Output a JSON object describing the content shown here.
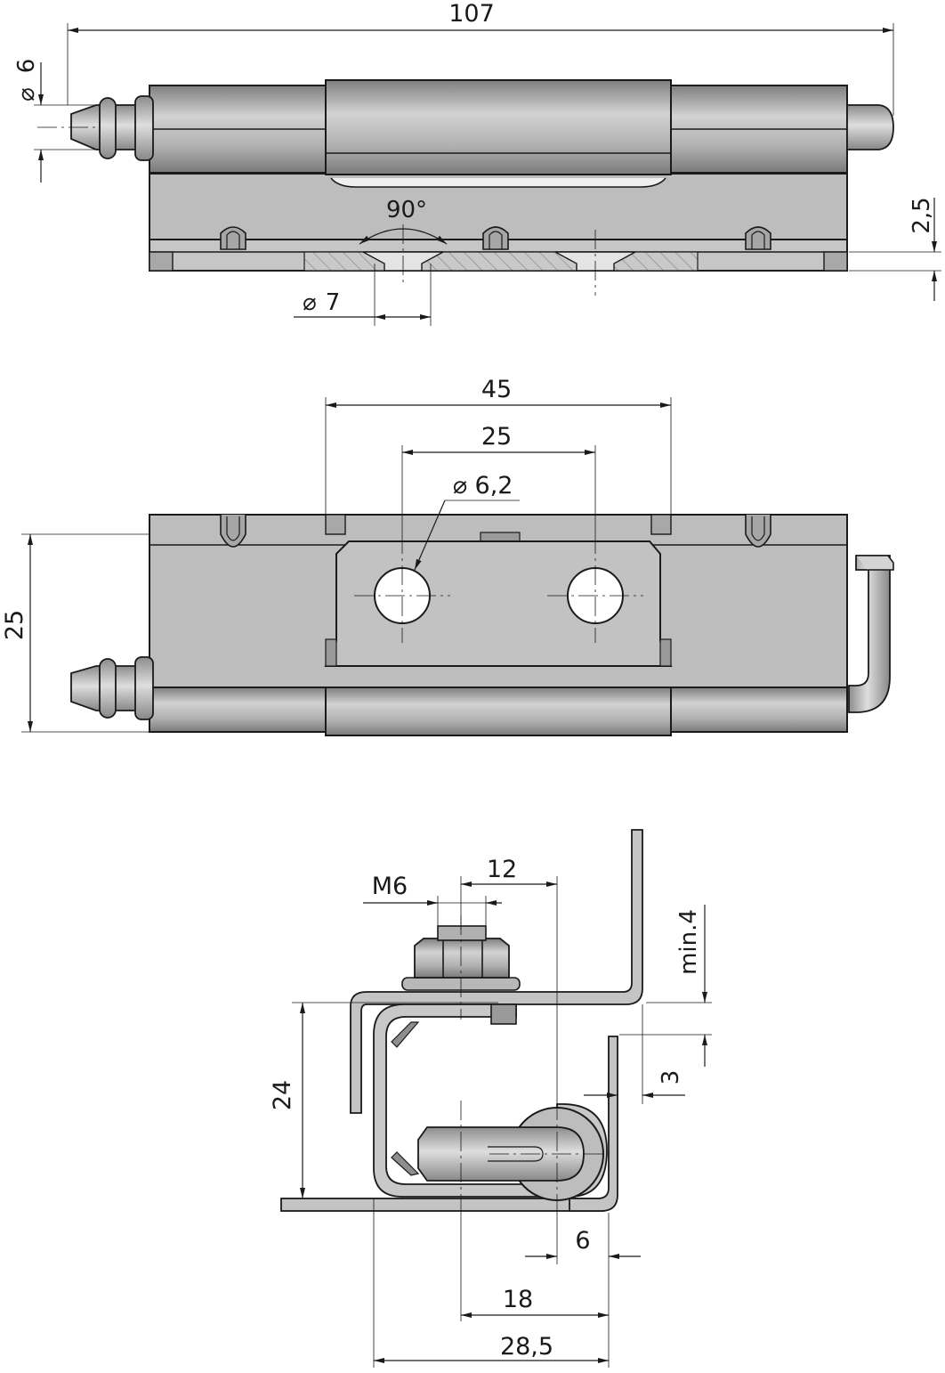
{
  "colors": {
    "metal_light": "#c9c9c9",
    "metal_mid": "#b4b4b4",
    "metal_dark": "#8a8a8a",
    "outline": "#1a1a1a",
    "hatch": "#9a9a9a",
    "background": "#ffffff"
  },
  "dimensions": {
    "overall_length": "107",
    "pin_diameter": "6",
    "sheet_thickness": "2,5",
    "countersink_angle": "90°",
    "countersink_diameter": "7",
    "leaf_width": "45",
    "hole_spacing": "25",
    "hole_diameter": "6,2",
    "height": "25",
    "thread": "M6",
    "thread_offset": "12",
    "min_gap": "min.4",
    "clearance": "3",
    "section_height": "24",
    "pin_offset": "6",
    "center_distance": "18",
    "total_depth": "28,5"
  },
  "symbols": {
    "diameter": "⌀"
  }
}
